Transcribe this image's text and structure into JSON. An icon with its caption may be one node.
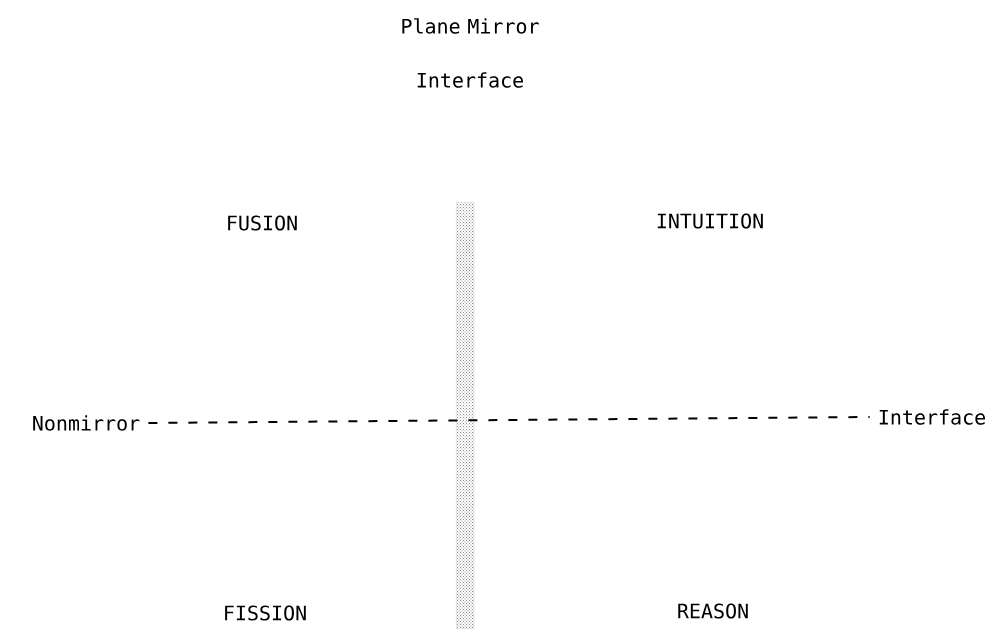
{
  "diagram": {
    "nodes": [
      {
        "text": [
          "Nonmirror"
        ]
      },
      {
        "text": [
          "Interface"
        ]
      }
    ],
    "edges": [
      {
        "from": 0,
        "to": 1,
        "arrow": "none",
        "style": "dashed"
      }
    ],
    "labels": [
      "Plane Mirror Interface",
      "FUSION",
      "INTUITION",
      "FISSION",
      "REASON"
    ]
  }
}
